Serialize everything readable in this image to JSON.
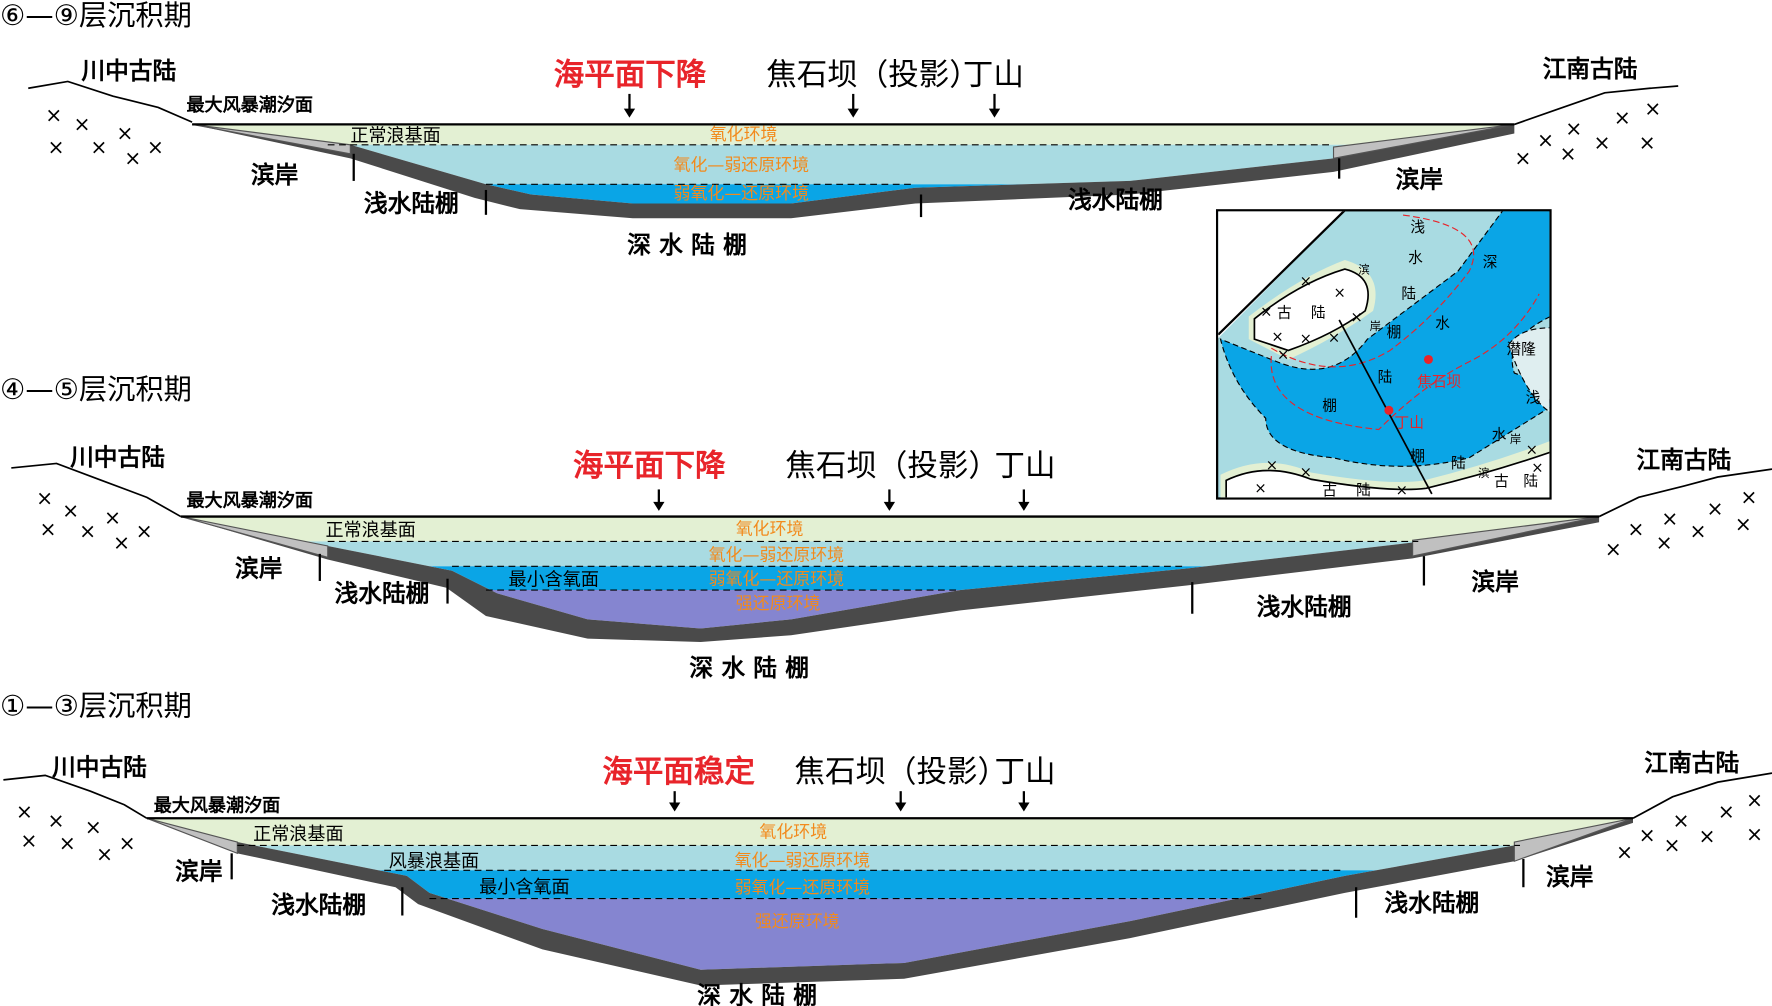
{
  "panels": [
    {
      "title": "⑥—⑨层沉积期",
      "left_land": "川中古陆",
      "right_land": "江南古陆",
      "sea_level": "海平面下降",
      "site1": "焦石坝（投影）",
      "site2": "丁山",
      "storm_tide": "最大风暴潮汐面",
      "wave_base": "正常浪基面",
      "env1": "氧化环境",
      "env2": "氧化—弱还原环境",
      "env3": "弱氧化—还原环境",
      "shore_l": "滨岸",
      "shore_r": "滨岸",
      "shelf_l": "浅水陆棚",
      "shelf_r": "浅水陆棚",
      "deep": "深 水 陆 棚"
    },
    {
      "title": "④—⑤层沉积期",
      "left_land": "川中古陆",
      "right_land": "江南古陆",
      "sea_level": "海平面下降",
      "site1": "焦石坝（投影）",
      "site2": "丁山",
      "storm_tide": "最大风暴潮汐面",
      "wave_base": "正常浪基面",
      "min_oxygen": "最小含氧面",
      "env1": "氧化环境",
      "env2": "氧化—弱还原环境",
      "env3": "弱氧化—还原环境",
      "env4": "强还原环境",
      "shore_l": "滨岸",
      "shore_r": "滨岸",
      "shelf_l": "浅水陆棚",
      "shelf_r": "浅水陆棚",
      "deep": "深 水 陆 棚"
    },
    {
      "title": "①—③层沉积期",
      "left_land": "川中古陆",
      "right_land": "江南古陆",
      "sea_level": "海平面稳定",
      "site1": "焦石坝（投影）",
      "site2": "丁山",
      "storm_tide": "最大风暴潮汐面",
      "wave_base": "正常浪基面",
      "storm_wave_base": "风暴浪基面",
      "min_oxygen": "最小含氧面",
      "env1": "氧化环境",
      "env2": "氧化—弱还原环境",
      "env3": "弱氧化—还原环境",
      "env4": "强还原环境",
      "shore_l": "滨岸",
      "shore_r": "滨岸",
      "shelf_l": "浅水陆棚",
      "shelf_r": "浅水陆棚",
      "deep": "深 水 陆 棚"
    }
  ],
  "inset_map": {
    "labels": [
      "浅",
      "水",
      "陆",
      "棚",
      "深",
      "水",
      "陆",
      "棚",
      "潜隆",
      "浅",
      "水",
      "陆",
      "棚",
      "滨",
      "岸",
      "滨",
      "岸",
      "古",
      "陆",
      "古",
      "陆",
      "古",
      "陆"
    ],
    "site1": "焦石坝",
    "site2": "丁山"
  },
  "colors": {
    "oxic": "#e3f0d3",
    "suboxic": "#a9dbe2",
    "anoxic": "#0aa5e6",
    "euxinic": "#8585d0",
    "substrate": "#4a4a4a",
    "shore": "#c0c0c0",
    "red": "#e8242a",
    "orange": "#f28a1c"
  }
}
